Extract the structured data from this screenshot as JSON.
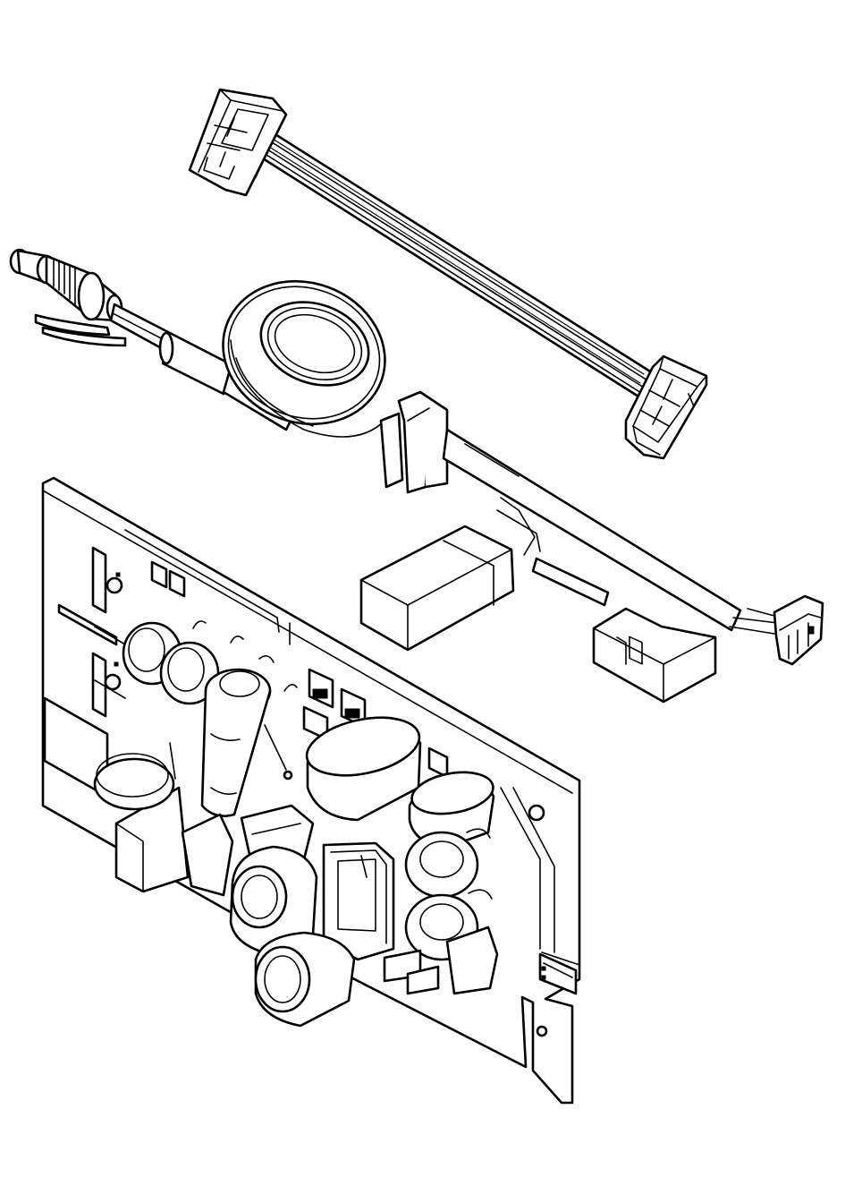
{
  "figure": {
    "background": "#ffffff",
    "line_color": "#000000",
    "parts": [
      "ribbon-cable-harness",
      "power-cable-with-connector",
      "sensor-cable-harness",
      "printed-circuit-board"
    ]
  }
}
